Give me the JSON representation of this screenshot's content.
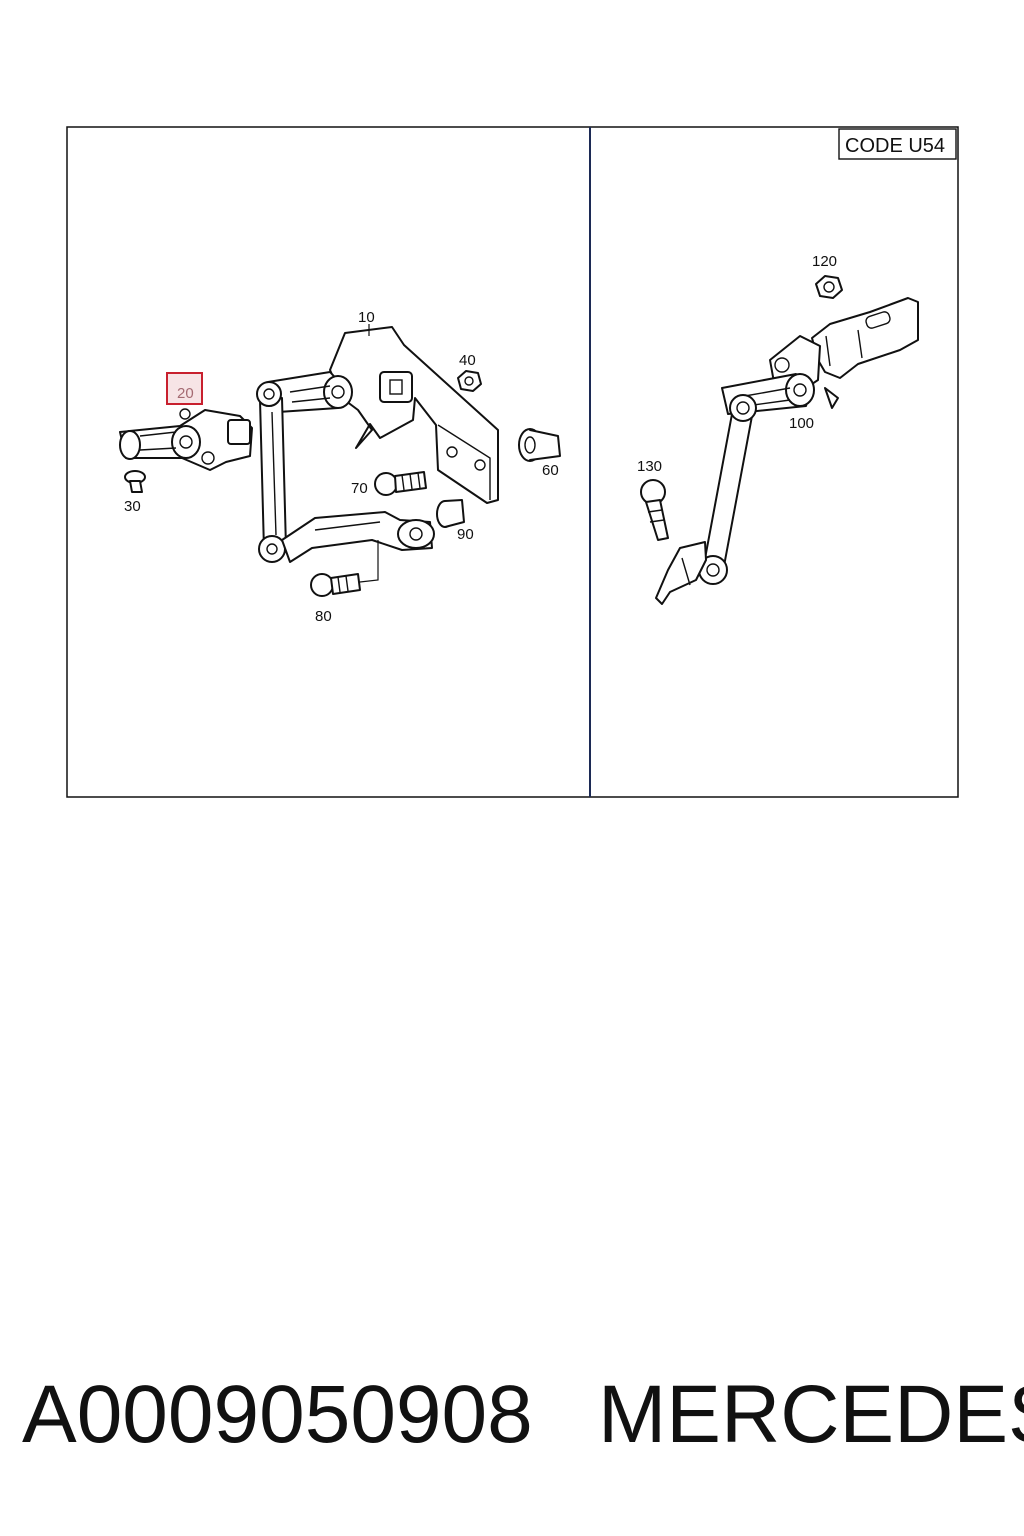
{
  "diagram": {
    "code_label": "CODE U54",
    "callouts": {
      "c10": "10",
      "c20": "20",
      "c30": "30",
      "c40": "40",
      "c60": "60",
      "c70": "70",
      "c80": "80",
      "c90": "90",
      "c100": "100",
      "c120": "120",
      "c130": "130"
    },
    "highlighted_callout": "20",
    "highlight_color": "#c8202e"
  },
  "footer": {
    "part_number": "A0009050908",
    "brand": "MERCEDES"
  }
}
